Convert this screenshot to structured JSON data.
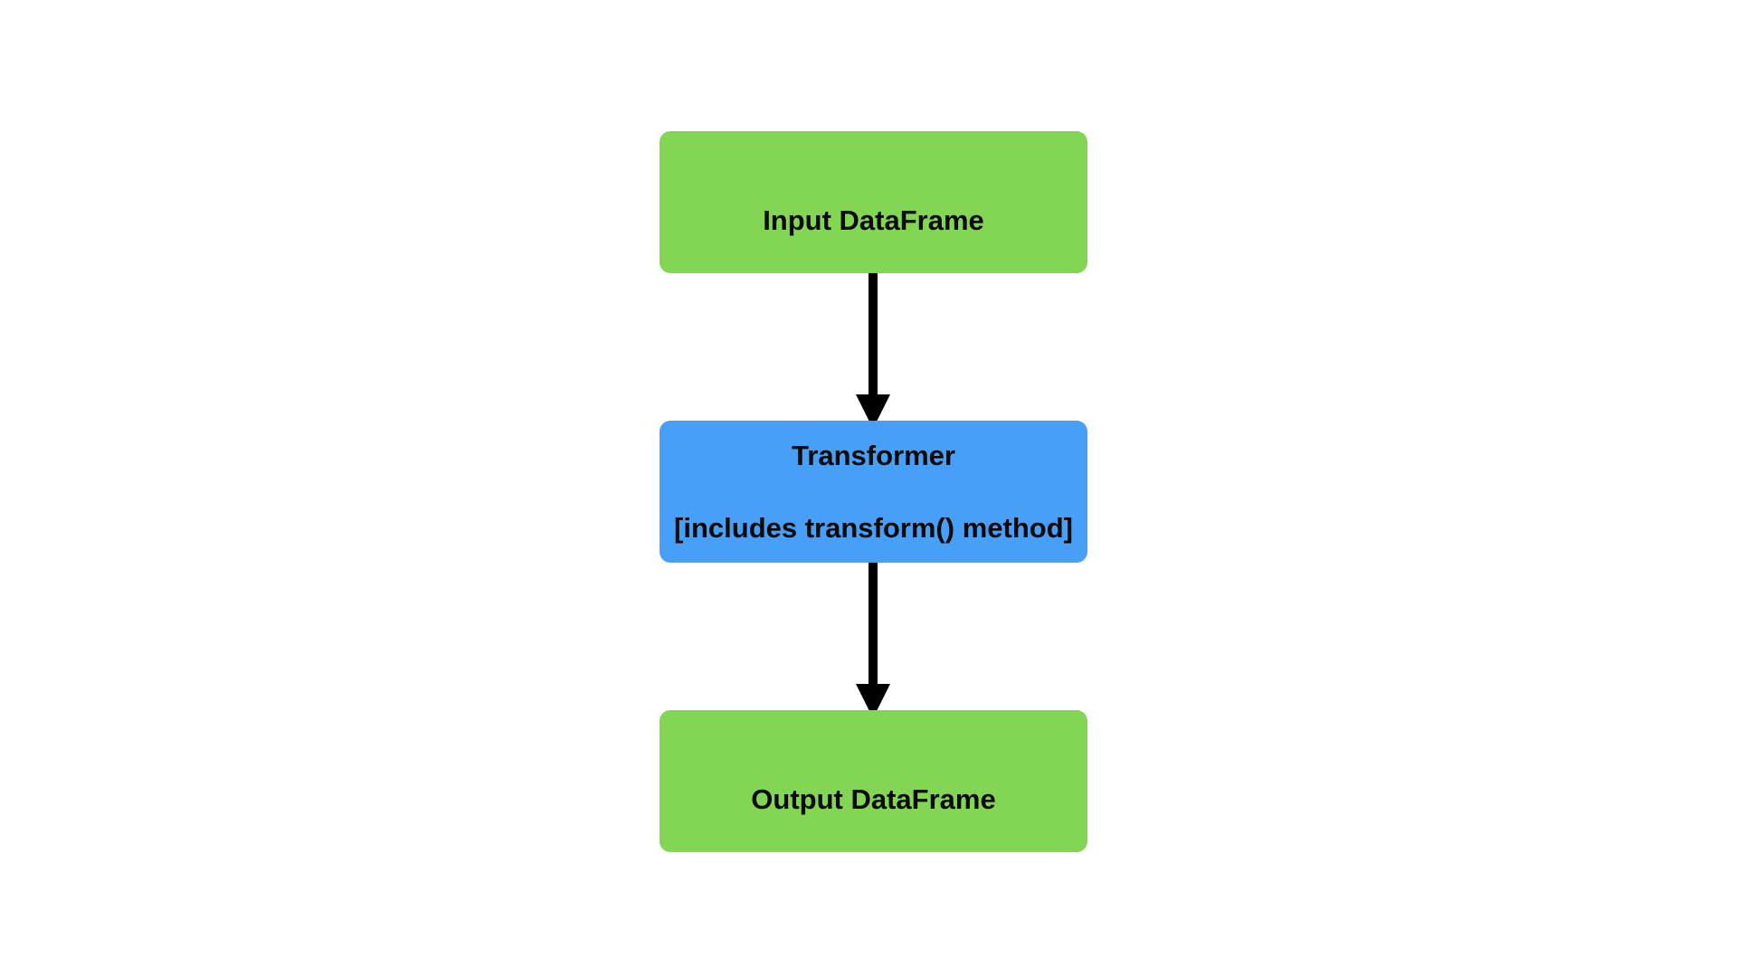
{
  "colors": {
    "io_node": "#83D653",
    "transformer_node": "#479FF8",
    "arrow": "#000000",
    "text": "#0a0a0a"
  },
  "nodes": {
    "input": {
      "line1": "Input DataFrame"
    },
    "transformer": {
      "line1": "Transformer",
      "line2": "[includes transform() method]"
    },
    "output": {
      "line1": "Output DataFrame"
    }
  },
  "edges": [
    {
      "from": "input",
      "to": "transformer"
    },
    {
      "from": "transformer",
      "to": "output"
    }
  ]
}
